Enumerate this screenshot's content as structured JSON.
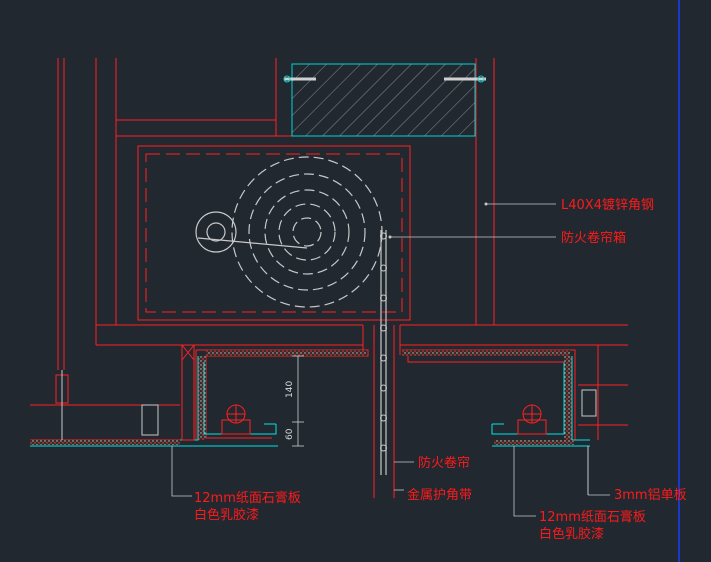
{
  "labels": {
    "angle_steel": "L40X4镀锌角钢",
    "shutter_box": "防火卷帘箱",
    "shutter": "防火卷帘",
    "corner_strip": "金属护角带",
    "aluminum_panel": "3mm铝单板",
    "gypsum_left_line1": "12mm纸面石膏板",
    "gypsum_left_line2": "白色乳胶漆",
    "gypsum_right_line1": "12mm纸面石膏板",
    "gypsum_right_line2": "白色乳胶漆"
  },
  "dimensions": {
    "upper": "140",
    "lower": "60"
  },
  "colors": {
    "background": "#212830",
    "structure": "#ff2020",
    "annotation": "#ff1a1a",
    "hatch": "#8a8a8a",
    "gypsum": "#00e5e5",
    "dimension": "#cfcfcf",
    "frame": "#1a3cff"
  }
}
